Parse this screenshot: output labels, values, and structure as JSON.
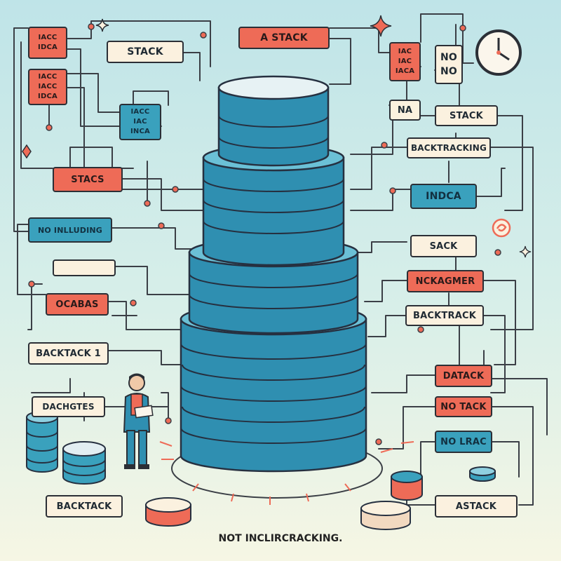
{
  "colors": {
    "red": "#ee6b57",
    "cream": "#fbf1df",
    "teal": "#3aa1bd",
    "stack_teal": "#2f8fb1",
    "line": "#2b2f36"
  },
  "labels": {
    "a_stack": "A STACK",
    "stack_top": "STACK",
    "top_left_1": [
      "IACC",
      "IDCA"
    ],
    "top_left_2": [
      "IACC",
      "IACC",
      "IDCA"
    ],
    "left_teal": [
      "IACC",
      "IAC",
      "INCA"
    ],
    "mid_right_red": [
      "IAC",
      "IAC",
      "IACA"
    ],
    "no_no": [
      "NO",
      "NO"
    ],
    "na": "NA",
    "stack_right": "STACK",
    "backtracking": "BACKTRACKING",
    "stacs": "STACS",
    "indca": "INDCA",
    "no_including": "NO INLLUDING",
    "sack": "SACK",
    "nckagmer": "NCKAGMER",
    "ocabas": "OCABAS",
    "backtrack_right": "BACKTRACK",
    "backtack_1": "BACKTACK 1",
    "datack": "DATACK",
    "dachgtes": "DACHGTES",
    "no_tack": "NO TACK",
    "no_lrac": "NO LRAC",
    "backtack_bottom": "BACKTACK",
    "astack": "ASTACK"
  },
  "caption": "NOT INCLIRCRACKING.",
  "icons": [
    "clock-icon",
    "sparkle-icon",
    "swirl-icon",
    "person-figure"
  ]
}
